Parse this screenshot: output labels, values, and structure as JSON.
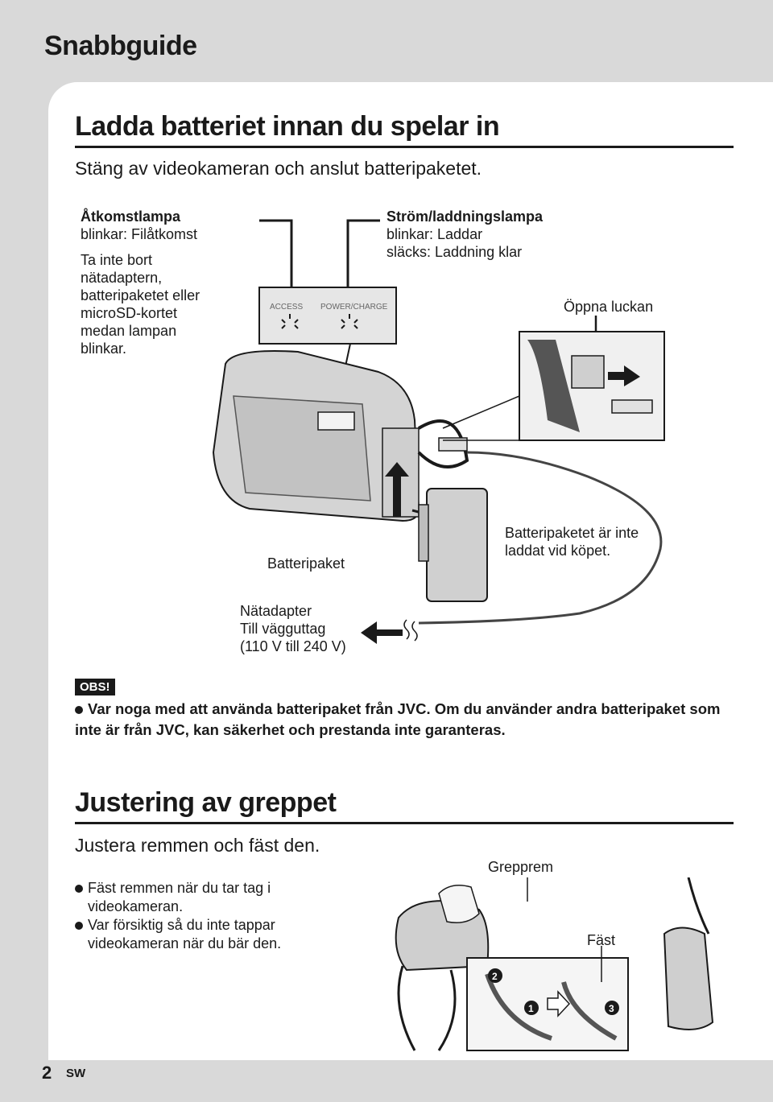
{
  "header": {
    "title": "Snabbguide"
  },
  "section1": {
    "title": "Ladda batteriet innan du spelar in",
    "subtitle": "Stäng av videokameran och anslut batteripaketet.",
    "access_lamp": {
      "title": "Åtkomstlampa",
      "line1": "blinkar: Filåtkomst",
      "warning": [
        "Ta inte bort",
        "nätadaptern,",
        "batteripaketet eller",
        "microSD-kortet",
        "medan lampan",
        "blinkar."
      ]
    },
    "power_lamp": {
      "title": "Ström/laddningslampa",
      "line1": "blinkar: Laddar",
      "line2": "släcks: Laddning klar"
    },
    "panel_labels": {
      "access": "ACCESS",
      "power": "POWER/CHARGE"
    },
    "open_cover": "Öppna luckan",
    "battery_label": "Batteripaket",
    "battery_note": [
      "Batteripaketet är inte",
      "laddat vid köpet."
    ],
    "adapter": [
      "Nätadapter",
      "Till vägguttag",
      "(110 V till 240 V)"
    ]
  },
  "obs": {
    "badge": "OBS!",
    "text": "Var noga med att använda batteripaket från JVC. Om du använder andra batteripaket som inte är från JVC, kan säkerhet och prestanda inte garanteras."
  },
  "section2": {
    "title": "Justering av greppet",
    "subtitle": "Justera remmen och fäst den.",
    "tips": [
      {
        "first": "Fäst remmen när du tar tag i",
        "rest": "videokameran."
      },
      {
        "first": "Var försiktig så du inte tappar",
        "rest": "videokameran när du bär den."
      }
    ],
    "strap_label": "Grepprem",
    "attach_label": "Fäst",
    "steps": [
      "2",
      "1",
      "3"
    ]
  },
  "footer": {
    "page": "2",
    "lang": "SW"
  }
}
